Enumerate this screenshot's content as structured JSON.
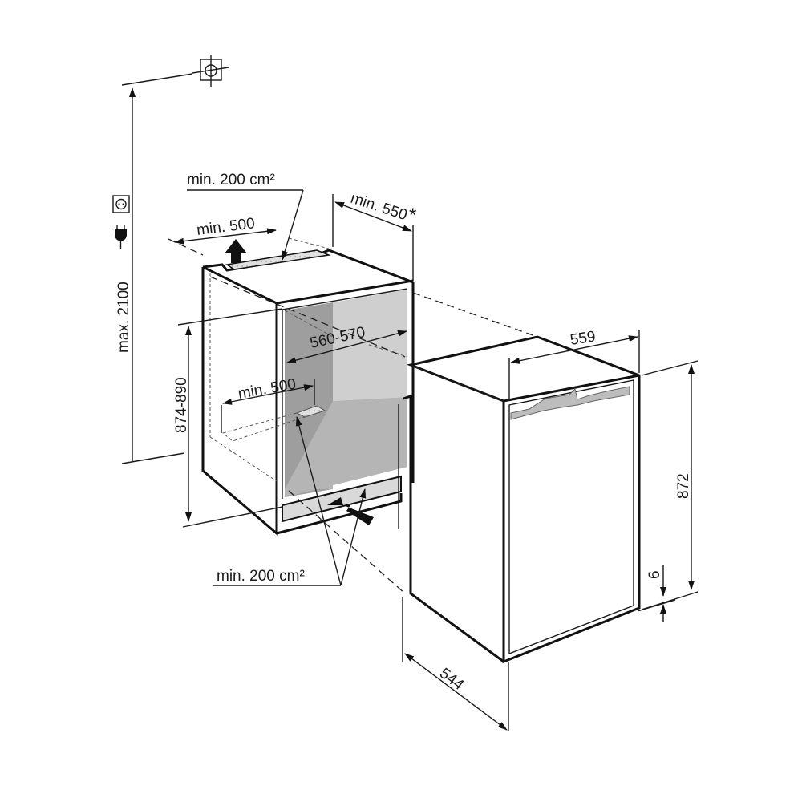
{
  "diagram": {
    "labels": {
      "max_height": "max. 2100",
      "top_vent_area": "min. 200 cm²",
      "top_vent_width": "min. 500",
      "niche_depth": "min. 550",
      "niche_depth_note": "*",
      "niche_width": "560-570",
      "niche_height": "874-890",
      "floor_vent_width": "min. 500",
      "bottom_vent_area": "min. 200 cm²",
      "appliance_width": "559",
      "appliance_height": "872",
      "plinth_gap": "6",
      "appliance_depth": "544"
    },
    "icons": [
      "ceiling-mount-symbol-icon",
      "power-socket-icon",
      "power-plug-icon",
      "airflow-arrow-icon"
    ],
    "colors": {
      "line": "#1a1a1a",
      "interior_back": "#9e9e9e",
      "interior_side": "#cfcfcf",
      "floor": "#b5b5b5",
      "vent_fill": "#d9d9d9"
    }
  }
}
